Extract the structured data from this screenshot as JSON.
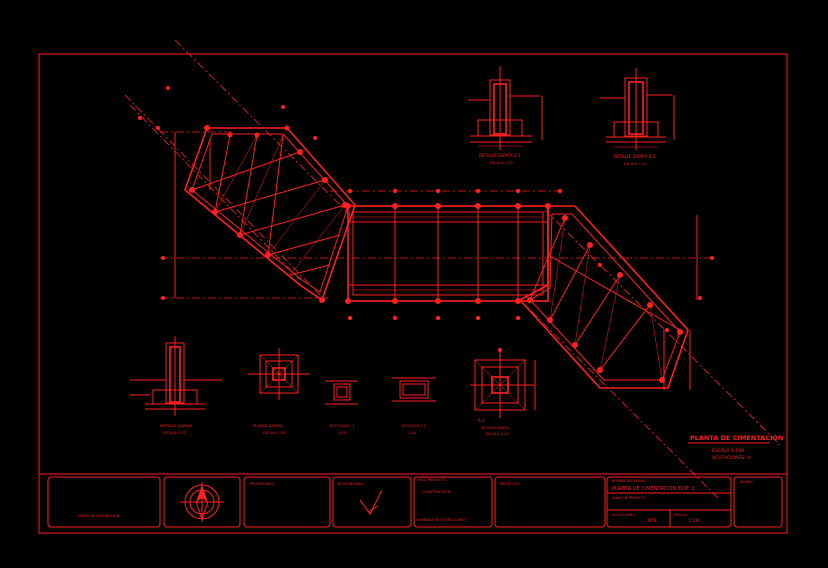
{
  "plan": {
    "title": "PLANTA DE CIMENTACIÓN",
    "subtitle_1": "ESCALA 1:100",
    "subtitle_2": "ACOTACIONES: m"
  },
  "details": {
    "top_1_title": "DETALLE ZAPATA Z-1",
    "top_1_scale": "ESCALA 1:20",
    "top_2_title": "DETALLE ZAPATA Z-2",
    "top_2_scale": "ESCALA 1:20",
    "bottom_1_title": "DETALLE ZAPATA",
    "bottom_1_scale": "ESCALA 1:20",
    "bottom_2_title": "PLANTA ZAPATA",
    "bottom_2_scale": "ESCALA 1:20",
    "bottom_3_title": "SECCIÓN C-1",
    "bottom_3_scale": "1:10",
    "bottom_4_title": "SECCIÓN T-1",
    "bottom_4_scale": "1:10",
    "bottom_5_title": "PLANTA DADO",
    "bottom_5_scale": "ESCALA 1:20",
    "bottom_5_label": "A-1"
  },
  "title_block": {
    "box1_label": "FIRMA DE APROBACIÓN",
    "box3_label": "PROPIETARIO:",
    "box4_label": "RESPONSABLE:",
    "box5_label": "REQ. PROYECTO",
    "box5_value": "CONSTRUCCIÓN",
    "box5_footer": "CIMENTACIÓN Y ESTRUCTURAS",
    "box6_label": "PROYECTÓ:",
    "box7_label": "NOMBRE DEL PLANO:",
    "box7_value": "PLANTA DE CIMENTACIÓN EDIF. C",
    "box7_sub": "CLAVE DE PROYECTO",
    "box7_scale_label": "ACOTACIONES:",
    "box7_scale_value": "MTS",
    "box7_esc_label": "ESCALA:",
    "box7_esc_value": "1:100",
    "box8_label": "PLANO:"
  },
  "colors": {
    "line": "#ff2020",
    "background": "#000000"
  }
}
